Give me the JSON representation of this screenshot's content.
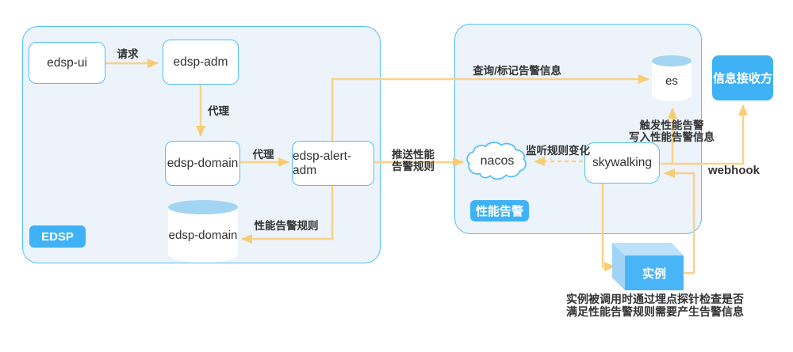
{
  "colors": {
    "accent_blue": "#3fb2f6",
    "line_blue": "#54befa",
    "group_fill": "#ecf3fb",
    "arrow": "#f9d287",
    "arrow_head": "#f7cd74",
    "ink": "#333333",
    "cube_front": "#4ab5f6",
    "cube_top": "#bce1fa",
    "cube_side": "#9fd4f6",
    "cylinder_top": "#a2d4f3"
  },
  "groups": {
    "edsp": {
      "label": "EDSP"
    },
    "perf": {
      "label": "性能告警"
    }
  },
  "nodes": {
    "edsp_ui": {
      "label": "edsp-ui"
    },
    "edsp_adm": {
      "label": "edsp-adm"
    },
    "edsp_domain": {
      "label": "edsp-domain"
    },
    "edsp_alert_adm": {
      "label": "edsp-alert-adm"
    },
    "edsp_domain_db": {
      "label": "edsp-domain"
    },
    "nacos": {
      "label": "nacos"
    },
    "skywalking": {
      "label": "skywalking"
    },
    "es": {
      "label": "es"
    },
    "receiver": {
      "label": "信息接收方"
    },
    "instance": {
      "label": "实例"
    }
  },
  "edge_labels": {
    "request": "请求",
    "proxy_adm": "代理",
    "proxy_domain": "代理",
    "perf_alert_rule": "性能告警规则",
    "push_rule_l1": "推送性能",
    "push_rule_l2": "告警规则",
    "query_mark": "查询/标记告警信息",
    "listen_change": "监听规则变化",
    "trigger_l1": "触发性能告警",
    "trigger_l2": "写入性能告警信息",
    "webhook": "webhook"
  },
  "caption": {
    "line1": "实例被调用时通过埋点探针检查是否",
    "line2": "满足性能告警规则需要产生告警信息"
  }
}
